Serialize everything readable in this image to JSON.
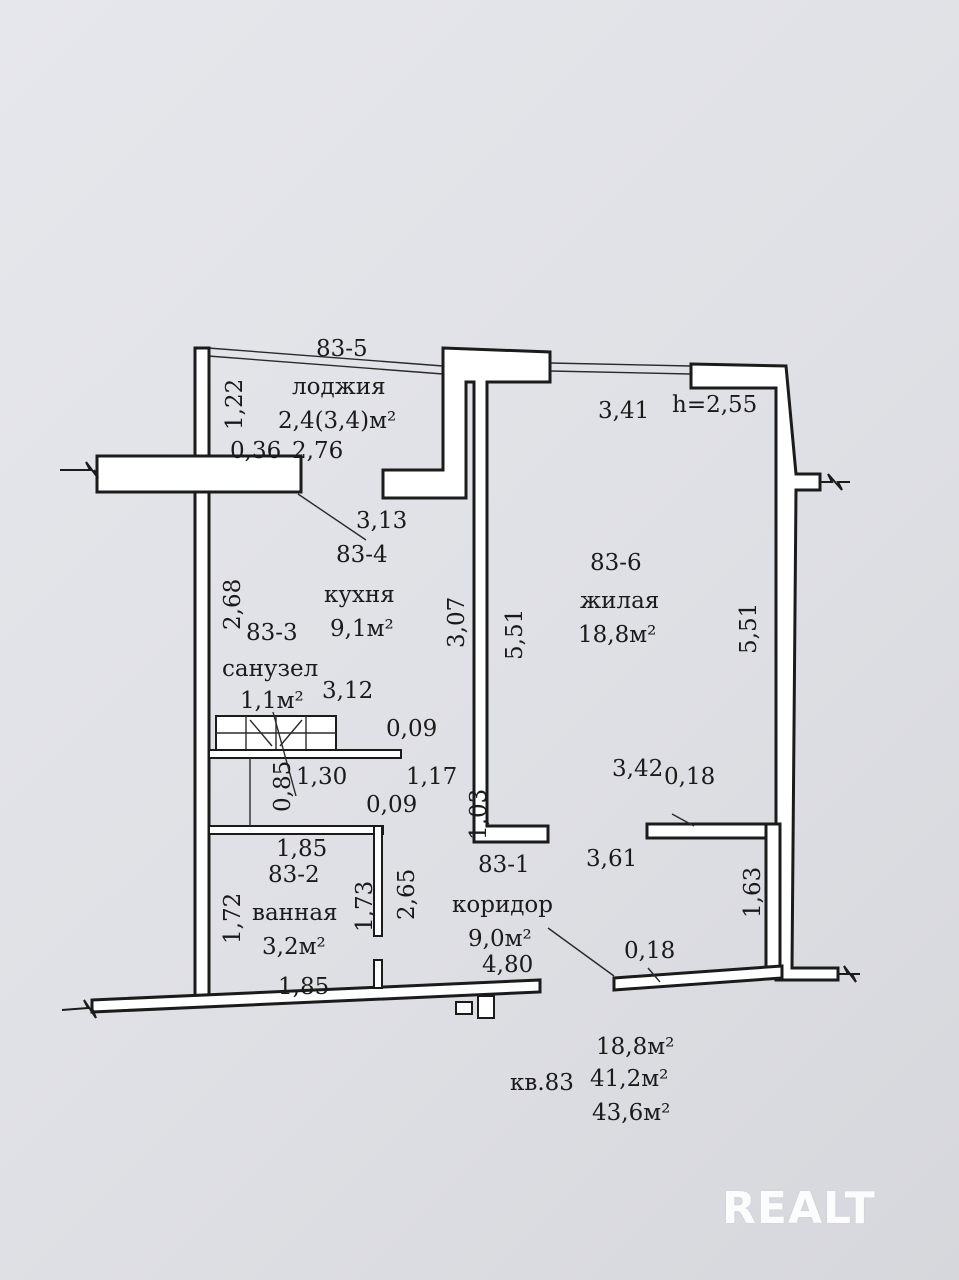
{
  "apartment": "кв.83",
  "totals": {
    "living": "18,8м²",
    "total": "41,2м²",
    "with_loggia": "43,6м²"
  },
  "logo": "REALT",
  "rooms": {
    "loggia": {
      "id": "83-5",
      "name": "лоджия",
      "area": "2,4(3,4)м²"
    },
    "kitchen": {
      "id": "83-4",
      "name": "кухня",
      "area": "9,1м²"
    },
    "wc": {
      "id": "83-3",
      "name": "санузел",
      "area": "1,1м²"
    },
    "bath": {
      "id": "83-2",
      "name": "ванная",
      "area": "3,2м²"
    },
    "corridor": {
      "id": "83-1",
      "name": "коридор",
      "area": "9,0м²"
    },
    "living": {
      "id": "83-6",
      "name": "жилая",
      "area": "18,8м²"
    }
  },
  "height": "h=2,55",
  "dims": {
    "d1": "1,22",
    "d2": "0,36",
    "d3": "2,76",
    "d4": "3,13",
    "d5": "2,68",
    "d6": "3,07",
    "d7": "3,12",
    "d8": "0,09",
    "d9": "0,85",
    "d10": "1,30",
    "d11": "1,17",
    "d12": "0,09",
    "d13": "1,03",
    "d14": "1,85",
    "d15": "1,72",
    "d16": "1,73",
    "d17": "2,65",
    "d18": "4,80",
    "d19": "1,85",
    "d20": "3,41",
    "d21": "5,51",
    "d22": "5,51",
    "d23": "3,42",
    "d24": "0,18",
    "d25": "3,61",
    "d26": "1,63",
    "d27": "0,18"
  }
}
